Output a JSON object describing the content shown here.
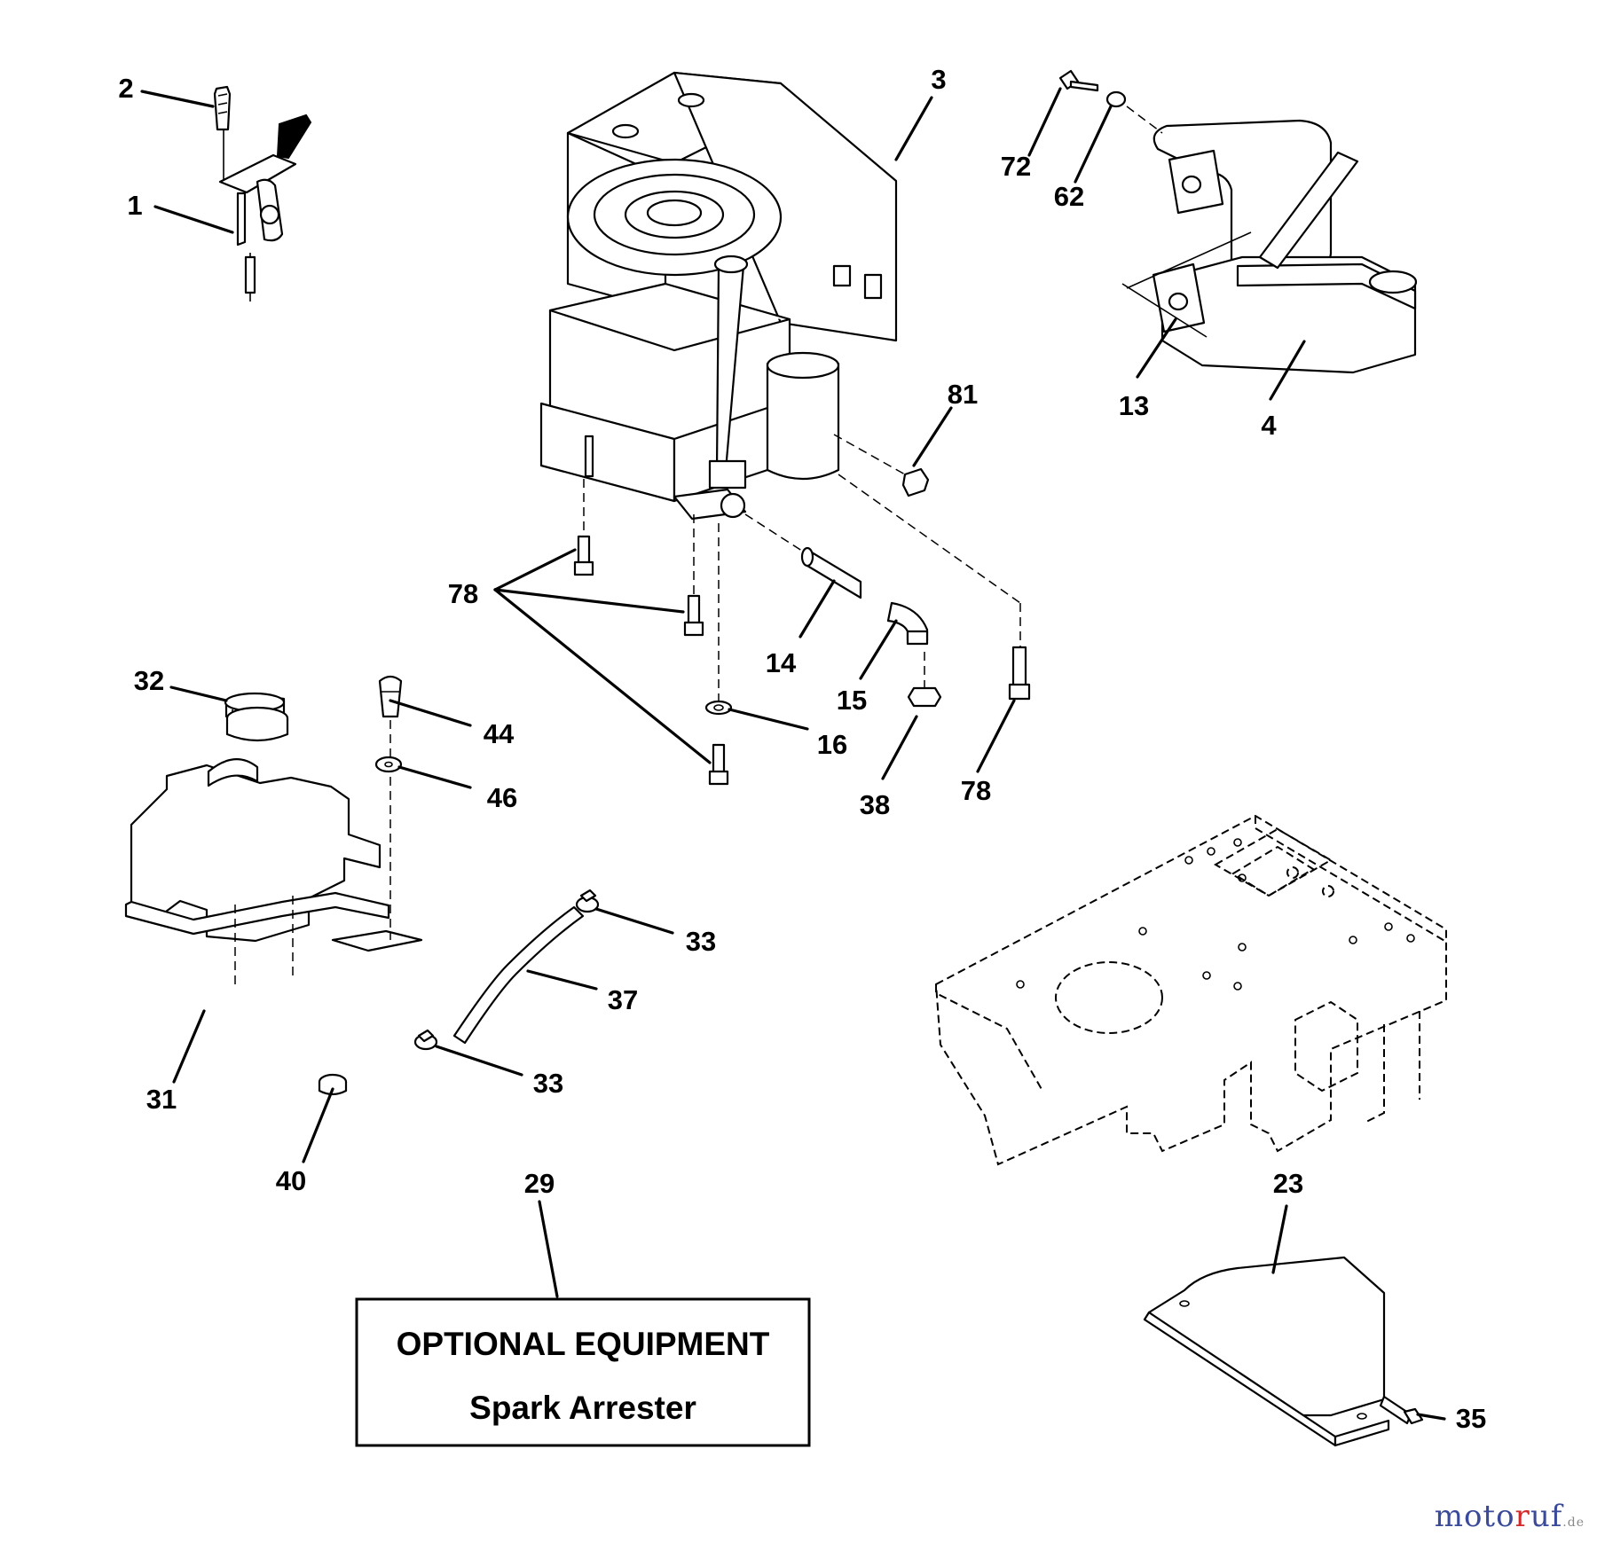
{
  "callouts": {
    "n1": "1",
    "n2": "2",
    "n3": "3",
    "n4": "4",
    "n13": "13",
    "n72": "72",
    "n62": "62",
    "n81": "81",
    "n78a": "78",
    "n78b": "78",
    "n14": "14",
    "n15": "15",
    "n16": "16",
    "n38": "38",
    "n32": "32",
    "n44": "44",
    "n46": "46",
    "n33a": "33",
    "n33b": "33",
    "n37": "37",
    "n31": "31",
    "n40": "40",
    "n29": "29",
    "n23": "23",
    "n35": "35"
  },
  "optional_box": {
    "title": "OPTIONAL EQUIPMENT",
    "subtitle": "Spark Arrester"
  },
  "watermark": {
    "part1": "moto",
    "part2": "r",
    "part3": "uf",
    "suffix": ".de"
  }
}
